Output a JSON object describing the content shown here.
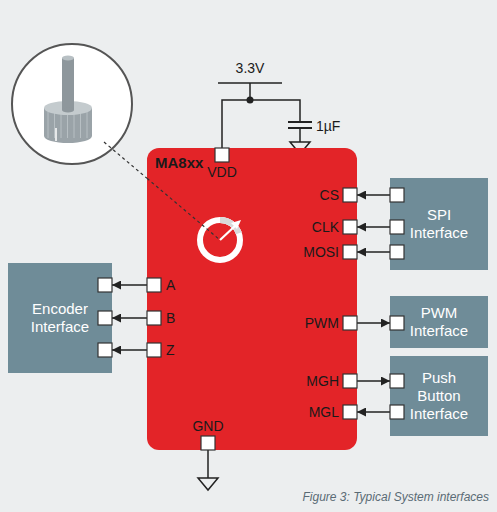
{
  "diagram": {
    "caption": "Figure 3: Typical System interfaces",
    "nodes": [
      {
        "text": [
          "MA8xx"
        ]
      },
      {
        "text": [
          "SPI Interface"
        ]
      },
      {
        "text": [
          "Encoder Interface"
        ]
      },
      {
        "text": [
          "PWM Interface"
        ]
      },
      {
        "text": [
          "Push Button Interface"
        ]
      }
    ],
    "edges": [
      {
        "from": 1,
        "to": 0,
        "arrow": "to"
      },
      {
        "from": 1,
        "to": 0,
        "arrow": "to"
      },
      {
        "from": 1,
        "to": 0,
        "arrow": "to"
      },
      {
        "from": 0,
        "to": 2,
        "arrow": "to"
      },
      {
        "from": 0,
        "to": 2,
        "arrow": "to"
      },
      {
        "from": 0,
        "to": 2,
        "arrow": "to"
      },
      {
        "from": 0,
        "to": 3,
        "arrow": "to"
      },
      {
        "from": 0,
        "to": 4,
        "arrow": "to"
      },
      {
        "from": 4,
        "to": 0,
        "arrow": "to"
      }
    ],
    "labels": [
      "3.3V",
      "1µF",
      "VDD",
      "CS",
      "CLK",
      "MOSI",
      "A",
      "B",
      "Z",
      "PWM",
      "MGH",
      "MGL",
      "GND"
    ]
  }
}
